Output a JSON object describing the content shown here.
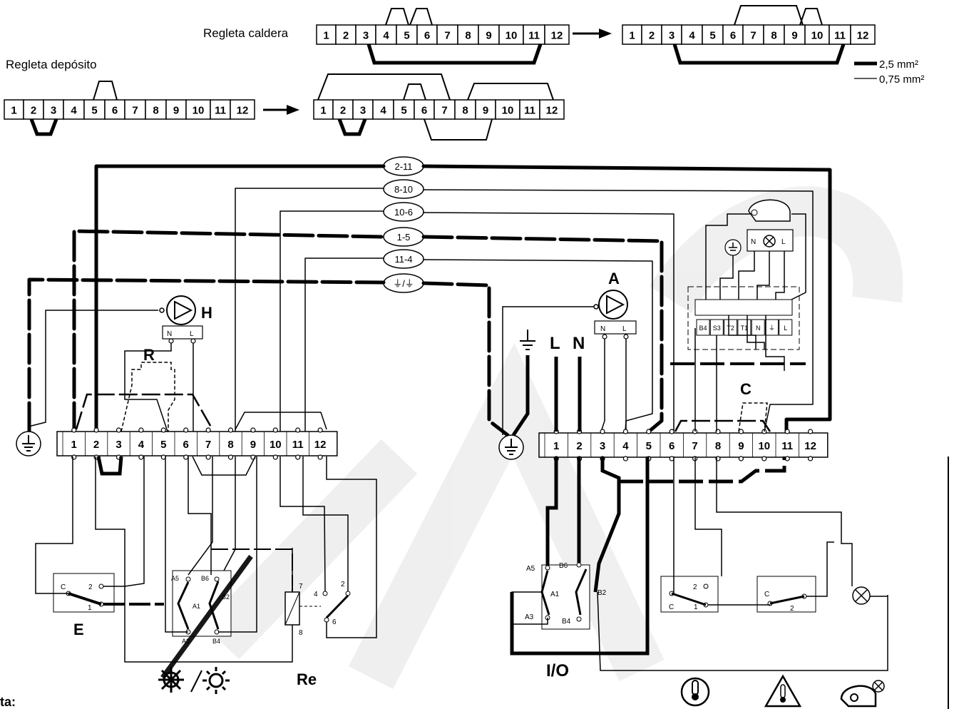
{
  "strips": {
    "caldera_label": "Regleta caldera",
    "deposito_label": "Regleta depósito",
    "cells": [
      "1",
      "2",
      "3",
      "4",
      "5",
      "6",
      "7",
      "8",
      "9",
      "10",
      "11",
      "12"
    ]
  },
  "legend": {
    "thick": "2,5 mm²",
    "thin": "0,75 mm²"
  },
  "connections": [
    "2-11",
    "8-10",
    "10-6",
    "1-5",
    "11-4",
    "⏚/⏚"
  ],
  "labels": {
    "pump_h": "H",
    "pump_a": "A",
    "resistor": "R",
    "bridge_c": "C",
    "switch_e": "E",
    "relay_re": "Re",
    "switch_io": "I/O",
    "line": "L",
    "neutral": "N",
    "season": "❄ / ☀",
    "footer": "ta:"
  },
  "pump_terminals": {
    "n": "N",
    "l": "L"
  },
  "e_switch": {
    "c": "C",
    "t1": "1",
    "t2": "2"
  },
  "season_switch": {
    "a5": "A5",
    "b6": "B6",
    "a1": "A1",
    "b2": "B2",
    "a3": "A3",
    "b4": "B4"
  },
  "relay": {
    "t7": "7",
    "t8": "8",
    "t4": "4",
    "t2": "2",
    "t6": "6"
  },
  "thermostats": {
    "c": "C",
    "t1": "1",
    "t2": "2"
  },
  "ctrl_block": [
    "B4",
    "S3",
    "T2",
    "T1",
    "N",
    "⏚",
    "L"
  ],
  "fan_terminals": [
    "N",
    "⊗",
    "L"
  ],
  "icons": {
    "snowflake": "snowflake-icon",
    "sun": "sun-icon",
    "thermometer": "thermometer-icon",
    "warning": "overheat-warning-icon",
    "fan": "fan-icon"
  }
}
